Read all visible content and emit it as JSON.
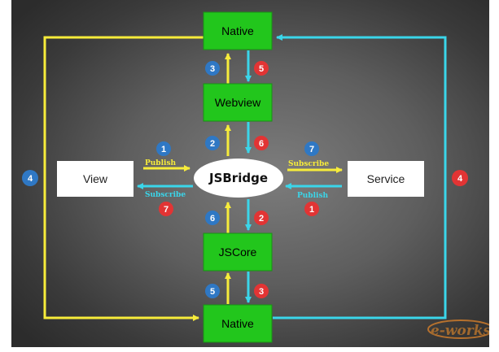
{
  "nodes": {
    "native_top": "Native",
    "webview": "Webview",
    "view": "View",
    "jsbridge": "JSBridge",
    "service": "Service",
    "jscore": "JSCore",
    "native_bottom": "Native"
  },
  "labels": {
    "publish_left": "Publish",
    "subscribe_left": "Subscribe",
    "subscribe_right": "Subscribe",
    "publish_right": "Publish"
  },
  "badges": {
    "b_native_webview_up": "3",
    "r_native_webview_down": "5",
    "b_webview_bridge_up": "2",
    "r_webview_bridge_down": "6",
    "b_view_publish": "1",
    "r_view_subscribe": "7",
    "b_service_subscribe": "7",
    "r_service_publish": "1",
    "b_left_loop": "4",
    "r_right_loop": "4",
    "b_jscore_bridge_up": "6",
    "r_bridge_jscore_down": "2",
    "b_native_jscore_up": "5",
    "r_jscore_native_down": "3"
  },
  "watermark": {
    "text": "e-works"
  },
  "colors": {
    "yellow": "#f7ec3a",
    "cyan": "#3ad6ea",
    "green": "#22c61c",
    "blue_badge": "#2f78c4",
    "red_badge": "#e23434"
  }
}
